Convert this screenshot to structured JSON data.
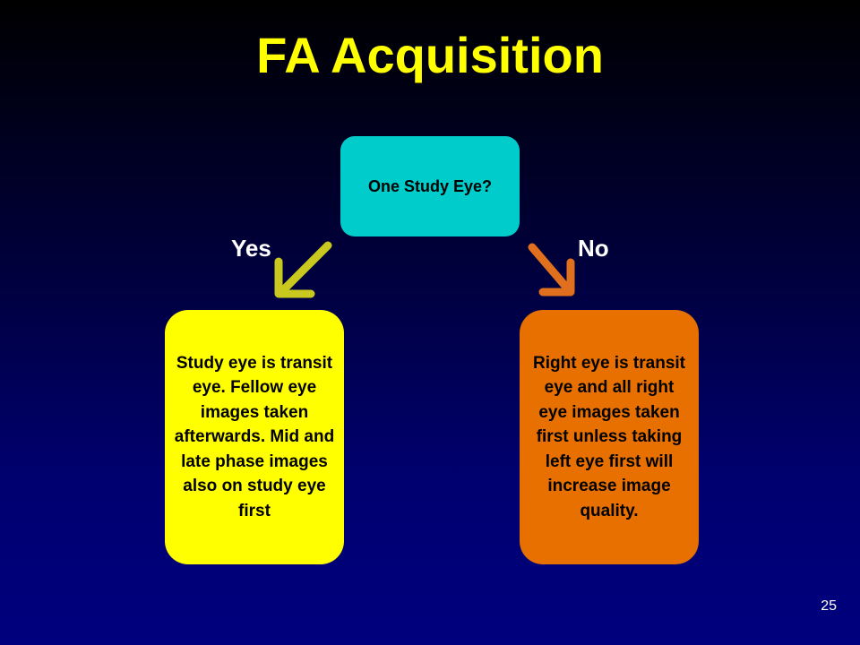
{
  "title": "FA Acquisition",
  "decision": {
    "question": "One Study Eye?"
  },
  "branches": {
    "yes": {
      "label": "Yes",
      "text": "Study eye is transit eye. Fellow eye images taken afterwards. Mid and late phase images also on study eye first"
    },
    "no": {
      "label": "No",
      "text": "Right eye is transit eye and all right eye images taken first unless taking left eye first will increase image quality."
    }
  },
  "page_number": "25",
  "colors": {
    "title": "#FFFF00",
    "label_text": "#FFFFFF",
    "decision_box": "#00CCCC",
    "yes_box": "#FFFF00",
    "no_box": "#E87000",
    "yes_arrow": "#C8C81E",
    "no_arrow": "#E0701E"
  },
  "icons": {
    "yes_arrow": "arrow-down-left-icon",
    "no_arrow": "arrow-down-right-icon"
  }
}
